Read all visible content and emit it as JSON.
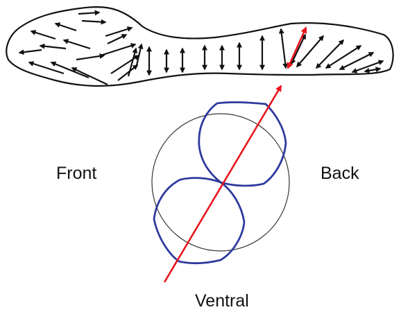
{
  "labels": {
    "front": "Front",
    "back": "Back",
    "ventral": "Ventral"
  },
  "colors": {
    "outline": "#111111",
    "arrow": "#111111",
    "highlight": "#e8141c",
    "lobes": "#2e3a9e",
    "circle": "#333333",
    "background": "#ffffff"
  }
}
